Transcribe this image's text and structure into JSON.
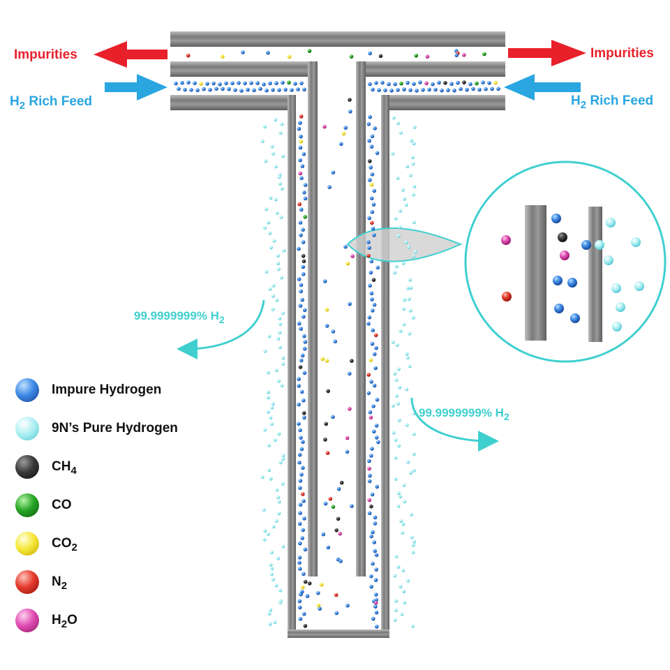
{
  "labels": {
    "impurities_left": "Impurities",
    "impurities_right": "Impurities",
    "feed_left_h": "H",
    "feed_left_sub": "2",
    "feed_left_rest": " Rich Feed",
    "feed_right_h": "H",
    "feed_right_sub": "2",
    "feed_right_rest": " Rich Feed",
    "purity_left_main": "99.9999999% H",
    "purity_left_sub": "2",
    "purity_right_main": "99.9999999% H",
    "purity_right_sub": "2"
  },
  "legend": [
    {
      "main": "Impure Hydrogen",
      "sub": "",
      "tail": "",
      "color": "#2a73d9"
    },
    {
      "main": "9N’s Pure Hydrogen",
      "sub": "",
      "tail": "",
      "color": "#8fe6ec"
    },
    {
      "main": "CH",
      "sub": "4",
      "tail": "",
      "color": "#333333"
    },
    {
      "main": "CO",
      "sub": "",
      "tail": "",
      "color": "#1f9e1f"
    },
    {
      "main": "CO",
      "sub": "2",
      "tail": "",
      "color": "#f2e21d"
    },
    {
      "main": "N",
      "sub": "2",
      "tail": "",
      "color": "#e0372b"
    },
    {
      "main": "H",
      "sub": "2",
      "tail": "O",
      "color": "#e04bb0"
    }
  ],
  "colors": {
    "impurity_arrow": "#e8202a",
    "feed_arrow": "#2aa6e0",
    "pure_arrow": "#3fcfcf",
    "tube": "#8a8a8a"
  }
}
